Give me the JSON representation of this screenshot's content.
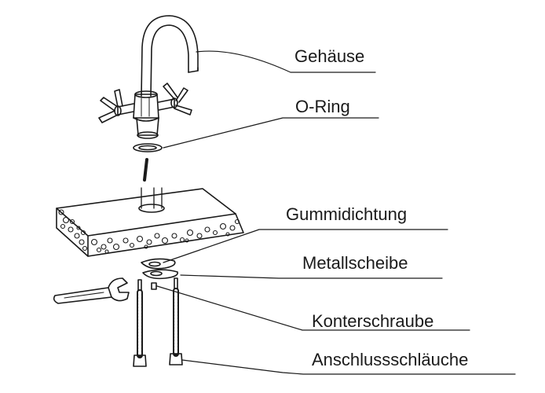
{
  "labels": [
    {
      "id": "gehaeuse",
      "text": "Gehäuse"
    },
    {
      "id": "o-ring",
      "text": "O-Ring"
    },
    {
      "id": "gummidichtung",
      "text": "Gummidichtung"
    },
    {
      "id": "metallscheibe",
      "text": "Metallscheibe"
    },
    {
      "id": "konterschraube",
      "text": "Konterschraube"
    },
    {
      "id": "anschlussschlaeuche",
      "text": "Anschlussschläuche"
    }
  ],
  "colors": {
    "line": "#1a1a1a",
    "stone": "#ffffff",
    "background": "#ffffff"
  }
}
